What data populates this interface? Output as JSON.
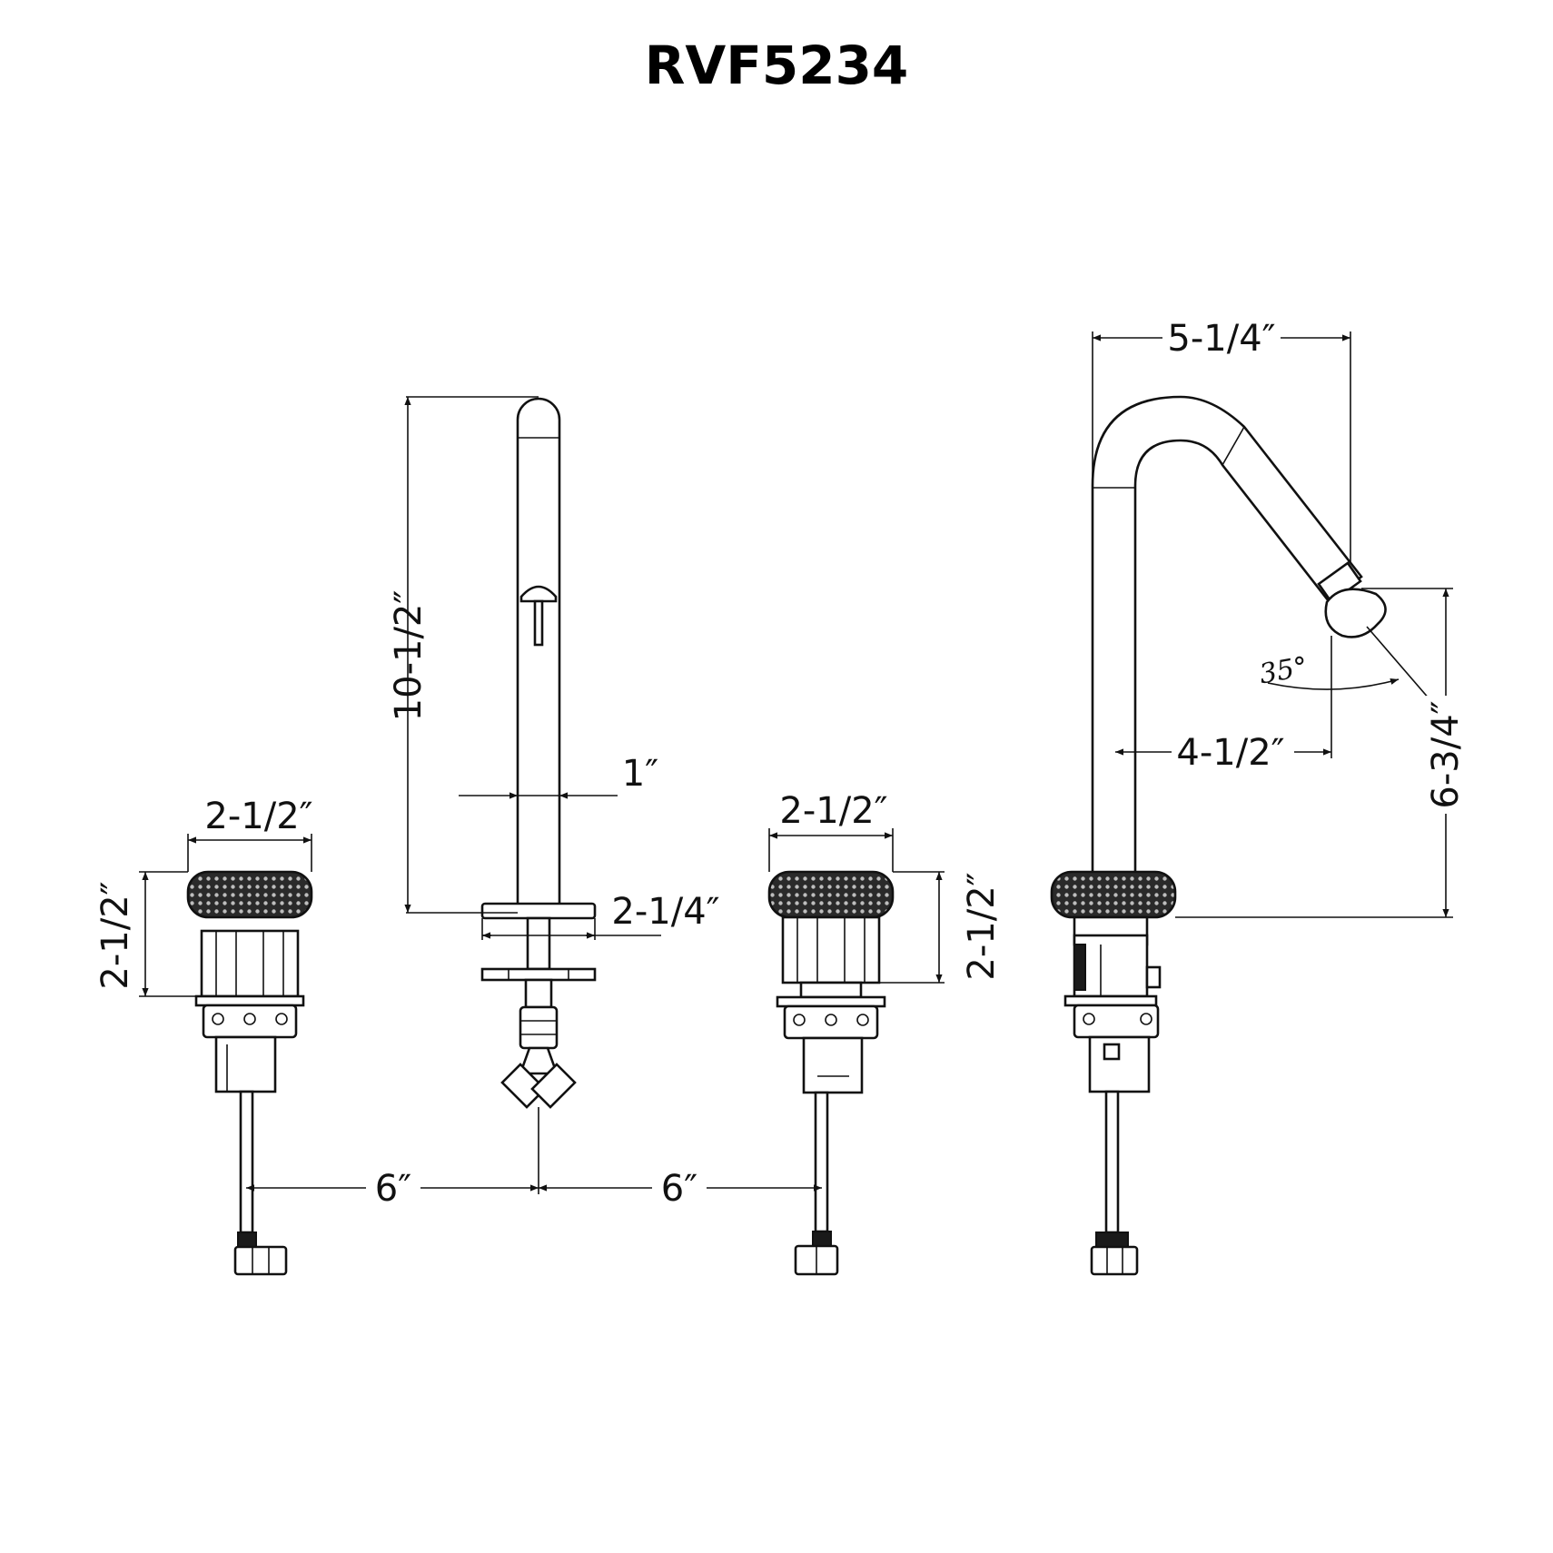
{
  "title": "RVF5234",
  "dimensions": {
    "left_handle_width": "2-1/2″",
    "left_handle_height": "2-1/2″",
    "spout_height": "10-1/2″",
    "spout_diameter": "1″",
    "spout_base": "2-1/4″",
    "right_handle_width": "2-1/2″",
    "right_handle_height": "2-1/2″",
    "spacing_left": "6″",
    "spacing_right": "6″",
    "side_reach": "5-1/4″",
    "side_outlet_reach": "4-1/2″",
    "side_outlet_height": "6-3/4″",
    "tilt_angle": "35°"
  }
}
